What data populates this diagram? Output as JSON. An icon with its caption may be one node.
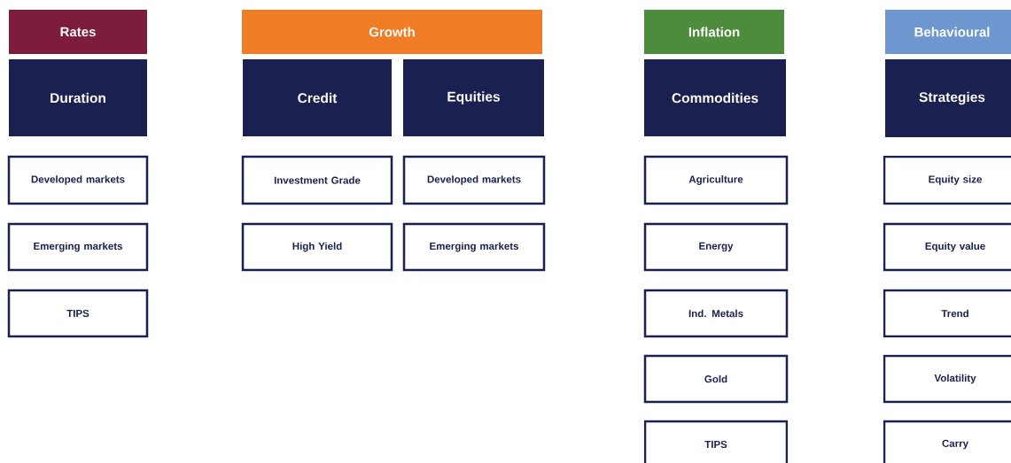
{
  "diagram": {
    "nodes": [
      {
        "text": [
          "Rates"
        ]
      },
      {
        "text": [
          "Duration"
        ]
      },
      {
        "text": [
          "Growth"
        ]
      },
      {
        "text": [
          "Credit"
        ]
      },
      {
        "text": [
          "Equities"
        ]
      },
      {
        "text": [
          "Inflation"
        ]
      },
      {
        "text": [
          "Commodities"
        ]
      },
      {
        "text": [
          "Behavioural"
        ]
      },
      {
        "text": [
          "Strategies"
        ]
      },
      {
        "text": [
          "Developed markets"
        ]
      },
      {
        "text": [
          "Emerging markets"
        ]
      },
      {
        "text": [
          "TIPS"
        ]
      },
      {
        "text": [
          "Investment Grade"
        ]
      },
      {
        "text": [
          "High Yield"
        ]
      },
      {
        "text": [
          "Developed markets"
        ]
      },
      {
        "text": [
          "Emerging markets"
        ]
      },
      {
        "text": [
          "Agriculture"
        ]
      },
      {
        "text": [
          "Energy"
        ]
      },
      {
        "text": [
          "Ind. Metals"
        ]
      },
      {
        "text": [
          "Gold"
        ]
      },
      {
        "text": [
          "TIPS"
        ]
      },
      {
        "text": [
          "Equity size"
        ]
      },
      {
        "text": [
          "Equity value"
        ]
      },
      {
        "text": [
          "Trend"
        ]
      },
      {
        "text": [
          "Volatility"
        ]
      },
      {
        "text": [
          "Carry"
        ]
      }
    ]
  }
}
